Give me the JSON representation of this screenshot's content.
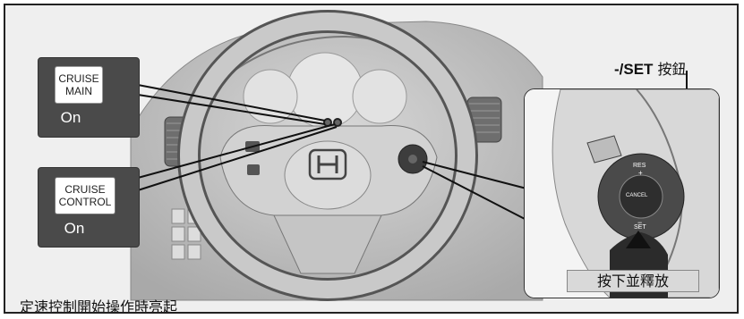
{
  "indicators": {
    "cruise_main": {
      "line1": "CRUISE",
      "line2": "MAIN",
      "state": "On"
    },
    "cruise_control": {
      "line1": "CRUISE",
      "line2": "CONTROL",
      "state": "On"
    }
  },
  "set_button_label": {
    "key": "-/SET",
    "suffix": "按鈕"
  },
  "switch_buttons": {
    "res": "RES",
    "plus": "+",
    "cancel": "CANCEL",
    "minus": "−",
    "set": "SET"
  },
  "press_instruction": "按下並釋放",
  "caption": "定速控制開始操作時亮起"
}
